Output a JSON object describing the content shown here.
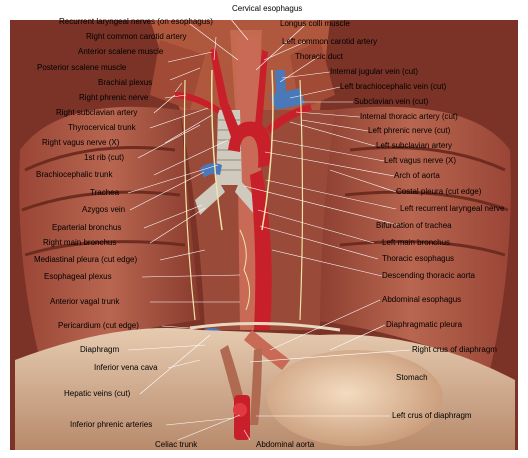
{
  "labels": {
    "cervical_esophagus": "Cervical esophagus",
    "recurrent_laryngeal_nerves": "Recurrent laryngeal nerves (on esophagus)",
    "longus_colli": "Longus colli muscle",
    "right_common_carotid": "Right common carotid artery",
    "left_common_carotid": "Left common carotid artery",
    "anterior_scalene": "Anterior scalene muscle",
    "thoracic_duct": "Thoracic duct",
    "posterior_scalene": "Posterior scalene muscle",
    "internal_jugular": "Internal jugular vein (cut)",
    "brachial_plexus": "Brachial plexus",
    "left_brachiocephalic_vein": "Left brachiocephalic vein (cut)",
    "right_phrenic": "Right phrenic nerve",
    "subclavian_vein": "Subclavian vein (cut)",
    "right_subclavian": "Right subclavian artery",
    "internal_thoracic": "Internal thoracic artery (cut)",
    "thyrocervical": "Thyrocervical trunk",
    "left_phrenic": "Left phrenic nerve (cut)",
    "right_vagus": "Right vagus nerve (X)",
    "left_subclavian": "Left subclavian artery",
    "first_rib": "1st rib (cut)",
    "left_vagus": "Left vagus nerve (X)",
    "brachiocephalic_trunk": "Brachiocephalic trunk",
    "arch_of_aorta": "Arch of aorta",
    "trachea": "Trachea",
    "costal_pleura": "Costal pleura (cut edge)",
    "azygos": "Azygos vein",
    "left_recurrent_laryngeal": "Left recurrent laryngeal nerve",
    "eparterial_bronchus": "Eparterial bronchus",
    "bifurcation_trachea": "Bifurcation of trachea",
    "right_main_bronchus": "Right main bronchus",
    "left_main_bronchus": "Left main bronchus",
    "mediastinal_pleura": "Mediastinal pleura (cut edge)",
    "thoracic_esophagus": "Thoracic esophagus",
    "esophageal_plexus": "Esophageal plexus",
    "descending_aorta": "Descending thoracic aorta",
    "abdominal_esophagus": "Abdominal esophagus",
    "anterior_vagal": "Anterior vagal trunk",
    "diaphragmatic_pleura": "Diaphragmatic pleura",
    "pericardium": "Pericardium (cut edge)",
    "diaphragm": "Diaphragm",
    "right_crus": "Right crus of diaphragm",
    "ivc": "Inferior vena cava",
    "stomach": "Stomach",
    "hepatic_veins": "Hepatic veins (cut)",
    "left_crus": "Left crus of diaphragm",
    "inferior_phrenic": "Inferior phrenic arteries",
    "celiac": "Celiac trunk",
    "abdominal_aorta": "Abdominal aorta"
  },
  "colors": {
    "artery": "#c8202a",
    "vein": "#4a78b8",
    "muscle": "#a8503a",
    "pleura": "#8e3f2e",
    "nerve": "#f0e4a8",
    "trachea": "#cfc9be",
    "esophagus": "#c86a55",
    "stomach": "#e8c8a0",
    "diaphragm": "#d8b89a"
  }
}
